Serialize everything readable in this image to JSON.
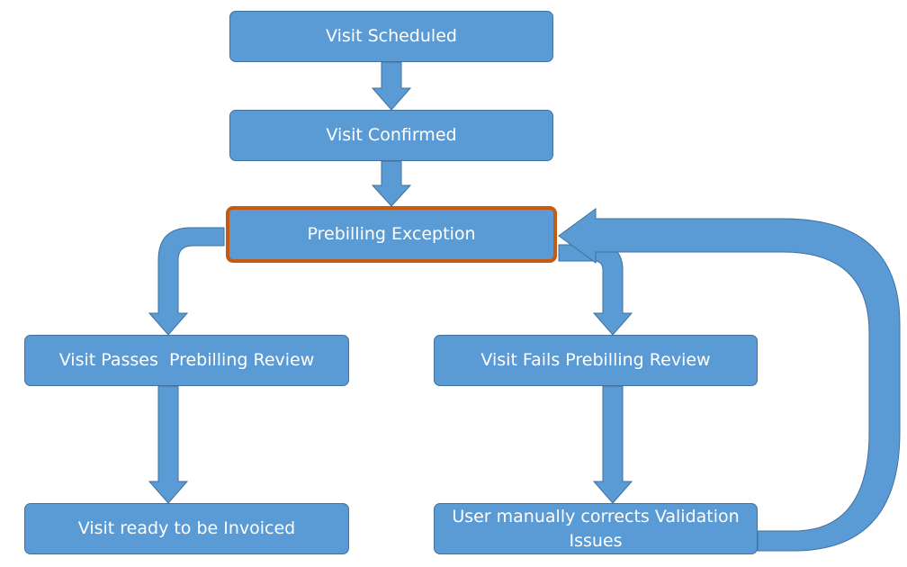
{
  "diagram": {
    "nodes": {
      "scheduled": "Visit Scheduled",
      "confirmed": "Visit Confirmed",
      "exception": "Prebilling Exception",
      "passes": "Visit Passes  Prebilling Review",
      "fails": "Visit Fails Prebilling Review",
      "invoiced": "Visit ready to be Invoiced",
      "corrects": "User manually corrects Validation Issues"
    },
    "edges": [
      {
        "from": "scheduled",
        "to": "confirmed"
      },
      {
        "from": "confirmed",
        "to": "exception"
      },
      {
        "from": "exception",
        "to": "passes"
      },
      {
        "from": "exception",
        "to": "fails"
      },
      {
        "from": "passes",
        "to": "invoiced"
      },
      {
        "from": "fails",
        "to": "corrects"
      },
      {
        "from": "corrects",
        "to": "exception"
      }
    ],
    "colors": {
      "box_fill": "#5b9bd5",
      "box_border": "#41719c",
      "highlight_border": "#c55a11",
      "text": "#ffffff",
      "background": "#ffffff"
    }
  }
}
